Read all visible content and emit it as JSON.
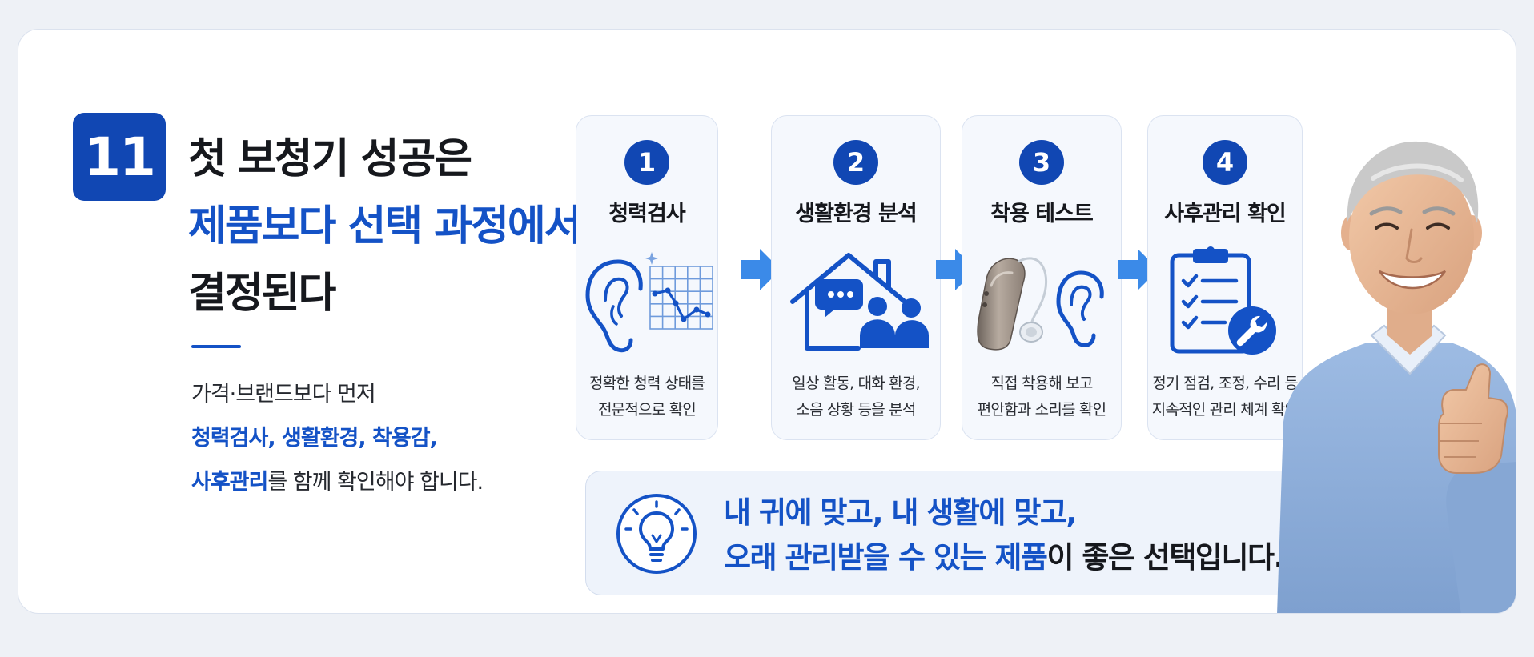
{
  "badge": {
    "number": "11"
  },
  "headline": {
    "line1": "첫 보청기 성공은",
    "line2": "제품보다 선택 과정에서",
    "line3": "결정된다"
  },
  "description": {
    "line1": "가격·브랜드보다 먼저",
    "line2_highlight": "청력검사, 생활환경, 착용감,",
    "line3_highlight": "사후관리",
    "line3_rest": "를 함께 확인해야 합니다."
  },
  "steps": [
    {
      "number": "1",
      "title": "청력검사",
      "caption1": "정확한 청력 상태를",
      "caption2": "전문적으로 확인",
      "icon": "ear-audiogram-icon"
    },
    {
      "number": "2",
      "title": "생활환경 분석",
      "caption1": "일상 활동, 대화 환경,",
      "caption2": "소음 상황 등을 분석",
      "icon": "house-people-icon"
    },
    {
      "number": "3",
      "title": "착용 테스트",
      "caption1": "직접 착용해 보고",
      "caption2": "편안함과 소리를 확인",
      "icon": "hearing-aid-icon"
    },
    {
      "number": "4",
      "title": "사후관리 확인",
      "caption1": "정기 점검, 조정, 수리 등",
      "caption2": "지속적인 관리 체계 확인",
      "icon": "clipboard-wrench-icon"
    }
  ],
  "banner": {
    "line1_highlight": "내 귀에 맞고, 내 생활에 맞고,",
    "line2_highlight": "오래 관리받을 수 있는 제품",
    "line2_rest": "이 좋은 선택입니다.",
    "icon": "lightbulb-icon"
  },
  "colors": {
    "brand_blue": "#1452c6",
    "badge_blue": "#1147b3",
    "arrow_blue": "#3b8ae8",
    "sweater_blue": "#8fb0dc"
  }
}
